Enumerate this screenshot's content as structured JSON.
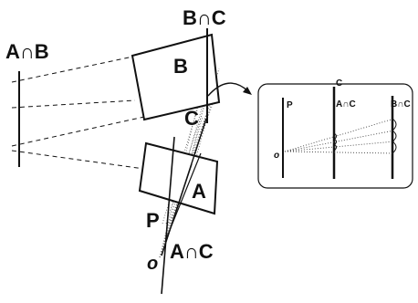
{
  "main": {
    "labels": {
      "a_cap_b": "A∩B",
      "b_cap_c": "B∩C",
      "a_cap_c": "A∩C",
      "plane_a": "A",
      "plane_b": "B",
      "plane_c": "C",
      "point_p": "P",
      "origin_o": "o"
    }
  },
  "inset": {
    "labels": {
      "title_c": "C",
      "p": "P",
      "a_cap_c": "A∩C",
      "b_cap_c": "B∩C",
      "origin_o": "o"
    }
  }
}
